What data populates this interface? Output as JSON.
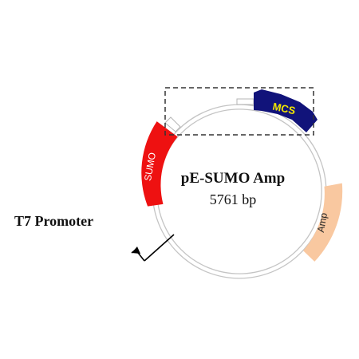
{
  "plasmid": {
    "name": "pE-SUMO Amp",
    "size": "5761 bp"
  },
  "features": {
    "sumo": {
      "label": "SUMO",
      "color": "#ee1111"
    },
    "mcs": {
      "label": "MCS",
      "color": "#11137a",
      "label_color": "#f2e600"
    },
    "amp": {
      "label": "Amp",
      "color": "#f9c8a0"
    },
    "t7": {
      "label": "T7 Promoter"
    }
  },
  "colors": {
    "backbone": "#c4c4c4",
    "box_outline": "#333333"
  }
}
